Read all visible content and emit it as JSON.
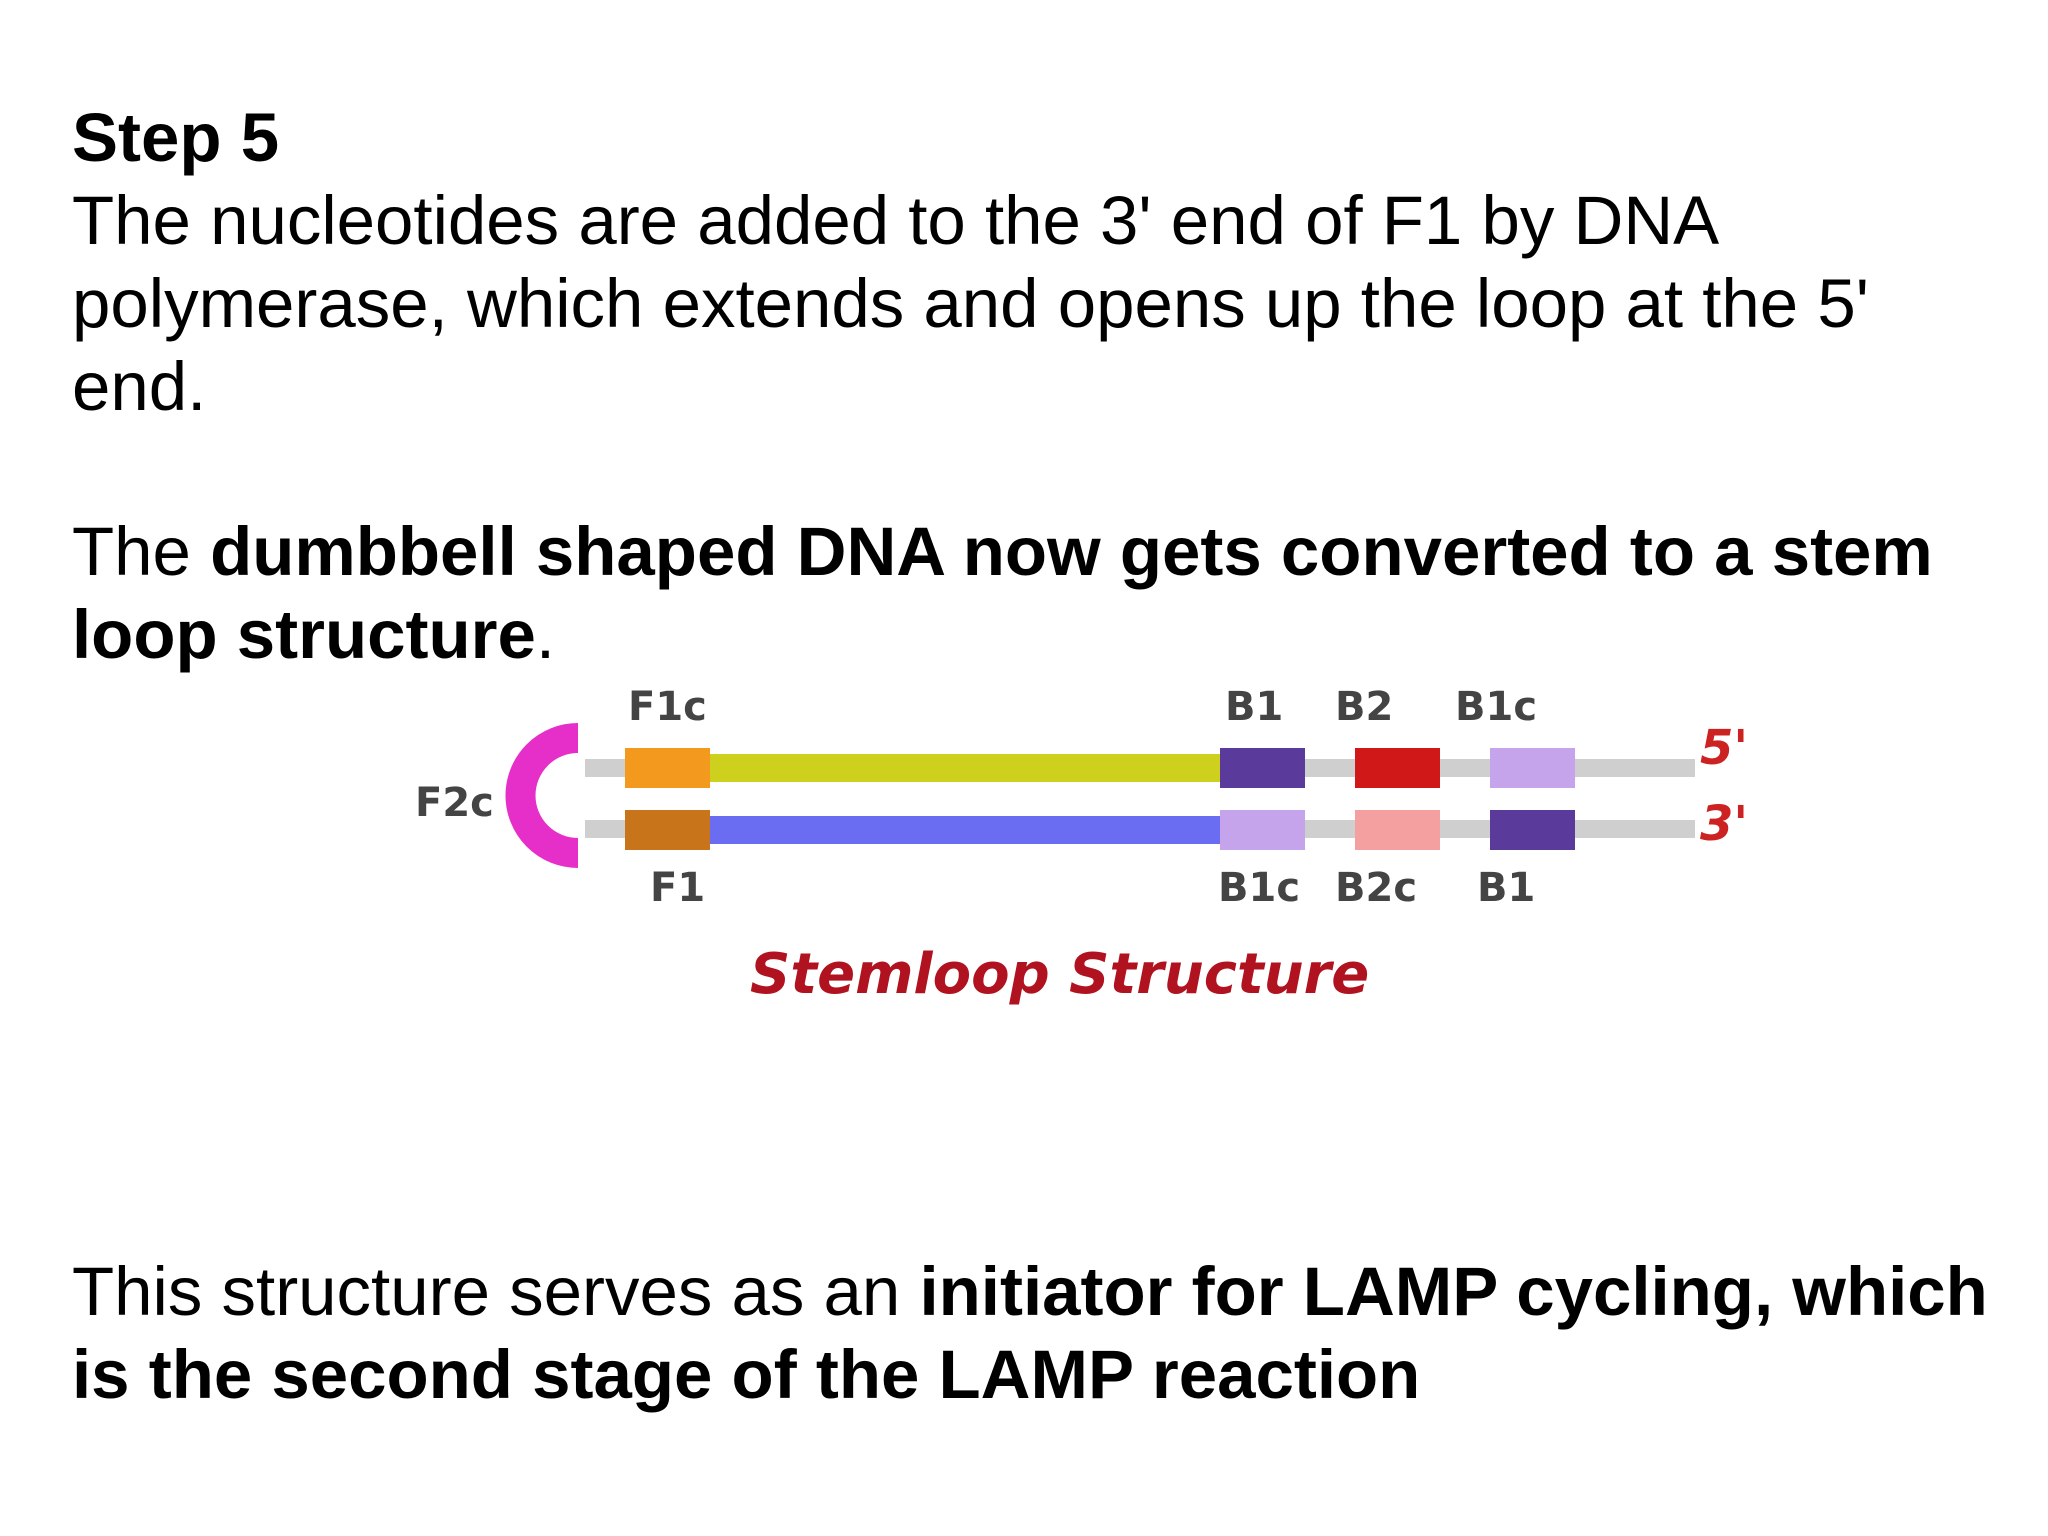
{
  "step": {
    "title": "Step 5",
    "description": "The nucleotides are added to the 3' end of F1 by DNA polymerase, which extends and opens up the loop at the 5' end."
  },
  "dumbbell_paragraph": {
    "prefix": "The ",
    "bold": "dumbbell shaped DNA now gets converted to a stem loop structure",
    "suffix": "."
  },
  "initiator_paragraph": {
    "prefix": "This structure serves as an ",
    "bold": "initiator for LAMP cycling, which is the second stage of the LAMP reaction"
  },
  "diagram": {
    "caption": "Stemloop Structure",
    "loop_label": "F2c",
    "top_labels": {
      "f1c": "F1c",
      "b1": "B1",
      "b2": "B2",
      "b1c": "B1c"
    },
    "bottom_labels": {
      "f1": "F1",
      "b1c": "B1c",
      "b2c": "B2c",
      "b1": "B1"
    },
    "end_labels": {
      "top": "5'",
      "bottom": "3'"
    },
    "colors": {
      "loop": "#e62ec8",
      "f1c": "#f39a1e",
      "f1": "#c8741a",
      "top_strand": "#cdd01c",
      "bottom_strand": "#6a6cf2",
      "b1_dark": "#5a3a9a",
      "b1_light": "#c5a4ec",
      "b2": "#d01818",
      "b2c": "#f4a0a0",
      "backbone": "#cfcfcf",
      "caption": "#b0121f",
      "end_labels": "#cc2222"
    }
  }
}
